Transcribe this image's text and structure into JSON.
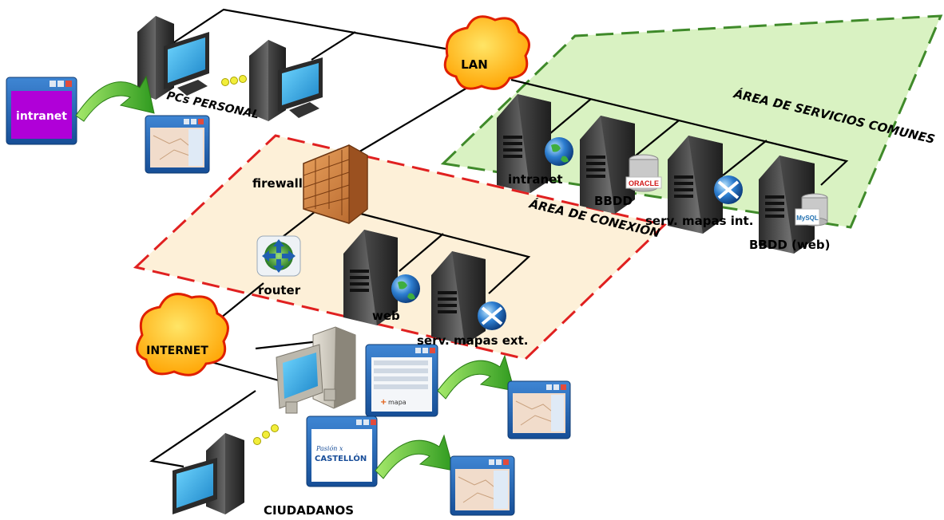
{
  "areas": {
    "servicios": "ÁREA DE SERVICIOS COMUNES",
    "conexion": "ÁREA DE CONEXIÓN"
  },
  "clouds": {
    "lan": "LAN",
    "internet": "INTERNET"
  },
  "labels": {
    "pcs_personal": "PCs PERSONAL",
    "firewall": "firewall",
    "router": "router",
    "srv_intranet": "intranet",
    "srv_bbdd": "BBDD",
    "srv_mapas_int": "serv. mapas int.",
    "srv_bbdd_web": "BBDD (web)",
    "srv_web": "web",
    "srv_mapas_ext": "serv. mapas ext.",
    "ciudadanos": "CIUDADANOS"
  },
  "windows": {
    "intranet_app": "intranet",
    "mapa": "mapa",
    "castellon_line1": "Pasión x",
    "castellon_line2": "CASTELLÓN"
  },
  "badges": {
    "oracle": "ORACLE",
    "mysql": "MySQL"
  },
  "colors": {
    "servicios_fill": "#d9f2c2",
    "servicios_border": "#3f8a2a",
    "conexion_fill": "#fdf0d8",
    "conexion_border": "#e02020",
    "cloud_fill": "#ffb400",
    "cloud_border": "#e02000",
    "intranet_purple": "#b000d8",
    "arrow_green": "#5cc23a",
    "window_frame": "#1f5fa8"
  }
}
